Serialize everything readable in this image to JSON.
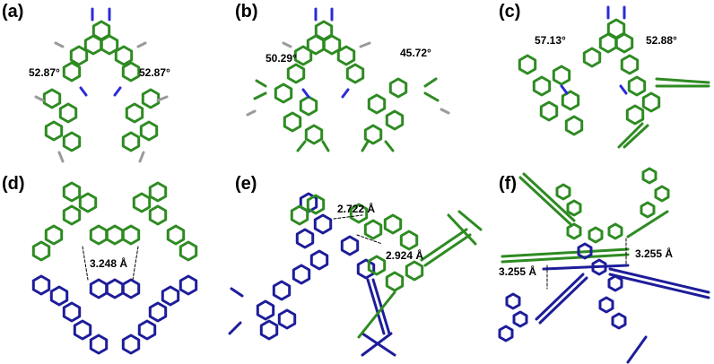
{
  "panels": [
    {
      "label": "(a)",
      "angles": [
        "52.87°",
        "52.87°"
      ]
    },
    {
      "label": "(b)",
      "angles": [
        "50.29°",
        "45.72°"
      ]
    },
    {
      "label": "(c)",
      "angles": [
        "57.13°",
        "52.88°"
      ]
    },
    {
      "label": "(d)",
      "distances": [
        "3.248 Å"
      ]
    },
    {
      "label": "(e)",
      "distances": [
        "2.722 Å",
        "2.924 Å"
      ]
    },
    {
      "label": "(f)",
      "distances": [
        "3.255 Å",
        "3.255 Å"
      ]
    }
  ],
  "colors": {
    "green": "#2e8b22",
    "blue": "#1d1d9a",
    "hydrogen": "#9a9a9a",
    "nitrogen": "#2b2bd6"
  }
}
